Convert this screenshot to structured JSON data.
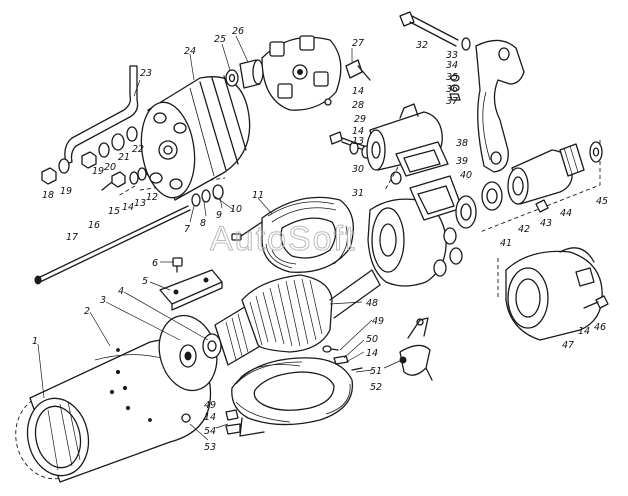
{
  "watermark": "AutoSoft",
  "callouts": [
    "1",
    "2",
    "3",
    "4",
    "5",
    "6",
    "7",
    "8",
    "9",
    "10",
    "11",
    "12",
    "13",
    "14",
    "15",
    "16",
    "17",
    "18",
    "19",
    "20",
    "21",
    "22",
    "23",
    "24",
    "25",
    "26",
    "27",
    "28",
    "29",
    "30",
    "31",
    "32",
    "33",
    "34",
    "35",
    "36",
    "37",
    "38",
    "39",
    "40",
    "41",
    "42",
    "43",
    "44",
    "45",
    "46",
    "47",
    "48",
    "49",
    "50",
    "51",
    "52",
    "53",
    "54"
  ],
  "callout_labels": {
    "c1": "1",
    "c2": "2",
    "c3": "3",
    "c4": "4",
    "c5": "5",
    "c6": "6",
    "c7": "7",
    "c8": "8",
    "c9": "9",
    "c10": "10",
    "c11": "11",
    "c12": "12",
    "c13a": "13",
    "c13b": "13",
    "c14a": "14",
    "c14b": "14",
    "c14c": "14",
    "c14d": "14",
    "c14e": "14",
    "c15": "15",
    "c16": "16",
    "c17": "17",
    "c18": "18",
    "c19": "19",
    "c20": "20",
    "c21": "21",
    "c22": "22",
    "c23": "23",
    "c24": "24",
    "c25": "25",
    "c26": "26",
    "c27": "27",
    "c28": "28",
    "c29": "29",
    "c30": "30",
    "c31": "31",
    "c32": "32",
    "c33": "33",
    "c34": "34",
    "c35": "35",
    "c36": "36",
    "c37": "37",
    "c38": "38",
    "c39": "39",
    "c40": "40",
    "c41": "41",
    "c42": "42",
    "c43": "43",
    "c44": "44",
    "c45": "45",
    "c46": "46",
    "c47": "47",
    "c48": "48",
    "c49a": "49",
    "c49b": "49",
    "c50": "50",
    "c51": "51",
    "c52": "52",
    "c53": "53",
    "c54": "54"
  }
}
